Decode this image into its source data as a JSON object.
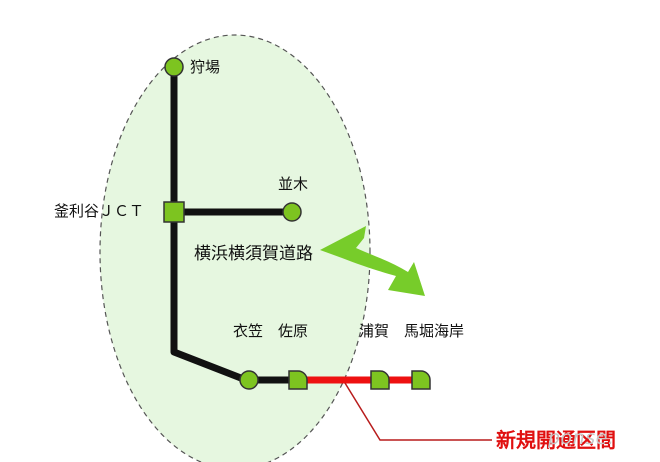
{
  "labels": {
    "kariba": "狩場",
    "namiki": "並木",
    "kamariya_jct": "釜利谷ＪＣＴ",
    "road": "横浜横須賀道路",
    "kinugasa_sahara": "衣笠　佐原",
    "uraga_mabori": "浦賀　馬堀海岸",
    "new_section": "新規開通区間"
  },
  "watermark": "ponse.",
  "colors": {
    "ellipse_fill": "#e6f7e0",
    "node_fill": "#7dc420",
    "node_stroke": "#333333",
    "route": "#111111",
    "new_route": "#ee1111",
    "arrow": "#77cc2a",
    "callout": "#b81c1c"
  },
  "icons": [
    "interchange-circle-icon",
    "junction-square-icon",
    "half-interchange-d-icon",
    "two-way-curved-arrow-icon"
  ]
}
